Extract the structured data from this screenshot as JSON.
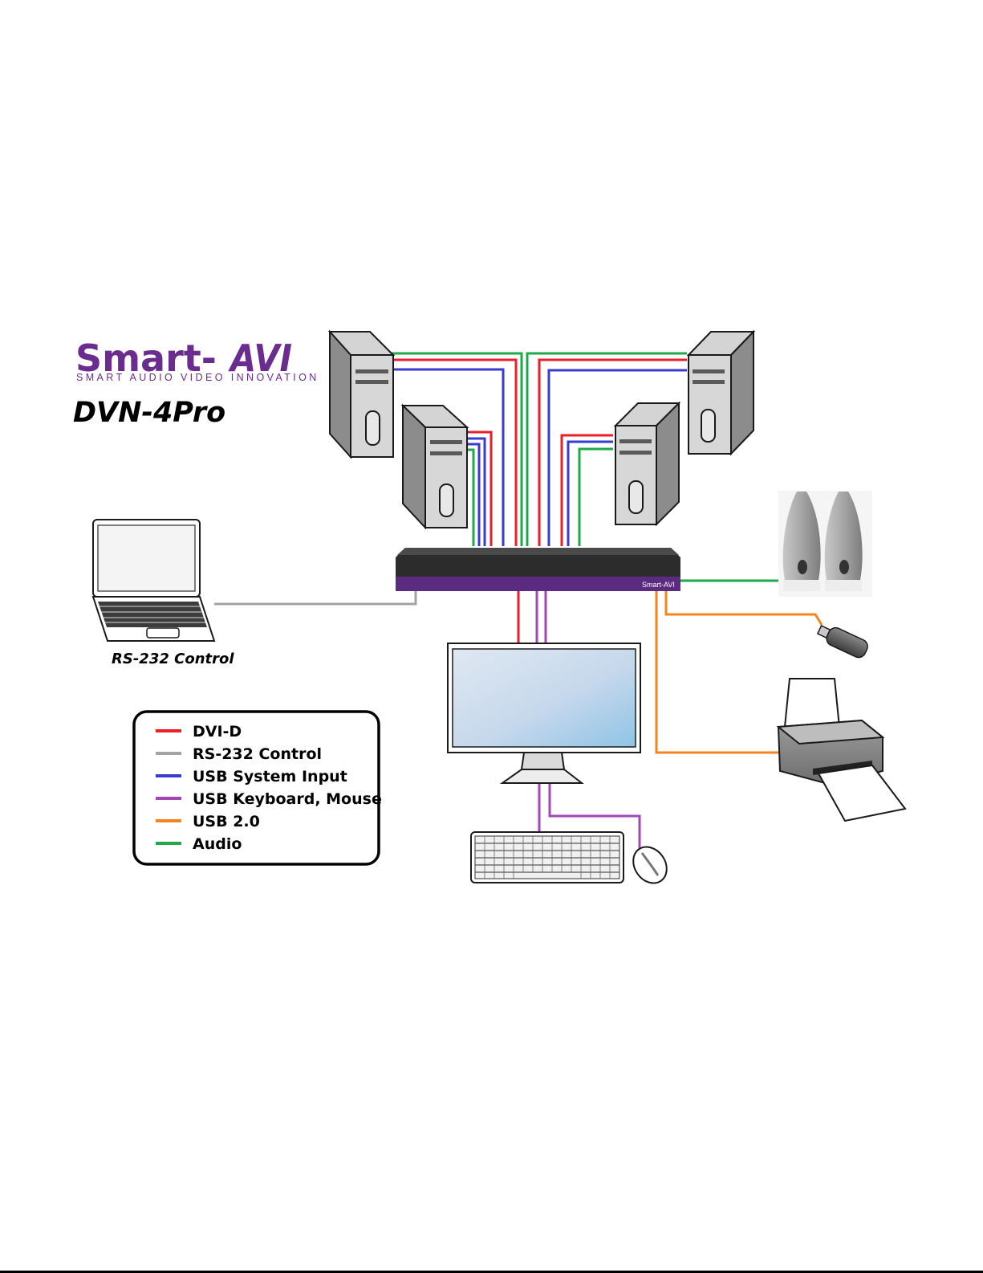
{
  "brand": {
    "name": "Smart-AVI",
    "name_prefix": "Smart-",
    "name_mark": "AVI",
    "tagline": "SMART AUDIO VIDEO INNOVATION"
  },
  "model": "DVN-4Pro",
  "laptop_caption": "RS-232 Control",
  "switch_label": "Smart-AVI",
  "legend": {
    "items": [
      {
        "label": "DVI-D",
        "color": "#e8202a"
      },
      {
        "label": "RS-232 Control",
        "color": "#a3a3a3"
      },
      {
        "label": "USB System Input",
        "color": "#3a3bd0"
      },
      {
        "label": "USB Keyboard, Mouse",
        "color": "#a347b8"
      },
      {
        "label": "USB 2.0",
        "color": "#f5841f"
      },
      {
        "label": "Audio",
        "color": "#1faa4a"
      }
    ]
  },
  "colors": {
    "brand_purple": "#6a2c8e",
    "dvi": "#e8202a",
    "rs232": "#a3a3a3",
    "usb_system": "#3a3bd0",
    "usb_kbd_mouse": "#a347b8",
    "usb2": "#f5841f",
    "audio": "#1faa4a"
  },
  "devices": [
    "computer-icon",
    "laptop-icon",
    "kvm-switch-icon",
    "monitor-icon",
    "keyboard-icon",
    "mouse-icon",
    "speakers-icon",
    "usb-drive-icon",
    "printer-icon"
  ]
}
